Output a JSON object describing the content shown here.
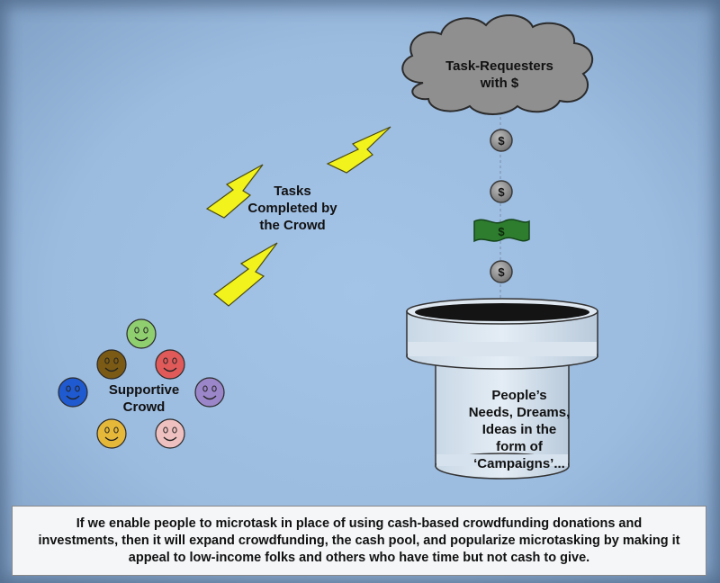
{
  "cloud": {
    "label_line1": "Task-Requesters",
    "label_line2": "with $",
    "fill": "#8f8f8f"
  },
  "flow": {
    "coin_symbol": "$",
    "bill_symbol": "$",
    "bill_color": "#2e7d2e"
  },
  "tasks": {
    "line1": "Tasks",
    "line2": "Completed by",
    "line3": "the Crowd",
    "bolt_color": "#f2f21c"
  },
  "crowd": {
    "label_line1": "Supportive",
    "label_line2": "Crowd",
    "face_colors": [
      "#8fcf6f",
      "#7a5a14",
      "#e05a5a",
      "#1f5ad0",
      "#9b86c9",
      "#e6b83a",
      "#efc0c0"
    ]
  },
  "campaigns": {
    "line1": "People’s",
    "line2": "Needs, Dreams,",
    "line3": "Ideas in the",
    "line4": "form of",
    "line5": "‘Campaigns’..."
  },
  "caption": "If we enable people to microtask in place of using cash-based crowdfunding donations and investments, then it will expand crowdfunding, the cash pool, and popularize microtasking by making it appeal to low-income folks and others who have time but not cash to give."
}
